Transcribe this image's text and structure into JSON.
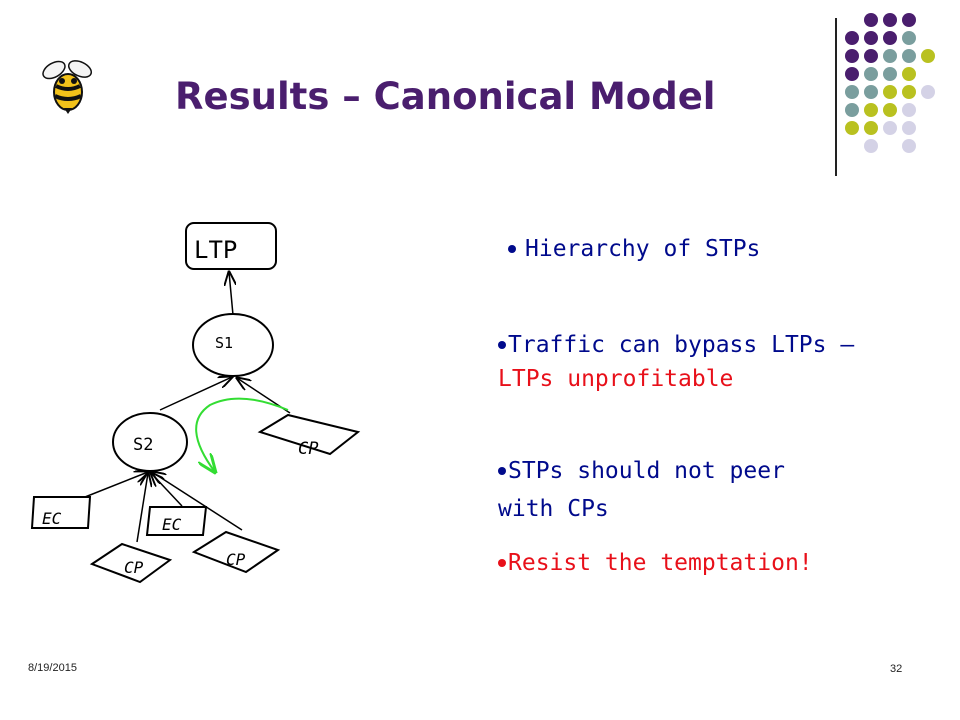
{
  "slide": {
    "title": "Results – Canonical Model",
    "date": "8/19/2015",
    "page_number": "32"
  },
  "bullets": [
    {
      "lines": [
        "Hierarchy of STPs"
      ],
      "color": "#000a8c"
    },
    {
      "lines": [
        "Traffic can bypass LTPs –"
      ],
      "color": "#000a8c",
      "extra_lines": [
        "LTPs unprofitable"
      ],
      "extra_color": "#e8101a"
    },
    {
      "lines": [
        "STPs should not peer",
        "with CPs"
      ],
      "color": "#000a8c"
    },
    {
      "lines": [
        "Resist the temptation!"
      ],
      "color": "#e8101a"
    }
  ],
  "diagram": {
    "ltp": "LTP",
    "s1": "S1",
    "s2": "S2",
    "cp_right": "CP",
    "ec_left": "EC",
    "ec_mid": "EC",
    "cp_bottom_left": "CP",
    "cp_bottom_right": "CP"
  },
  "colors": {
    "title": "#4a1e6e",
    "bullet_text": "#000a8c",
    "bullet_red": "#e8101a",
    "green_arrow": "#33dd33",
    "dot_purple": "#4a1e6e",
    "dot_teal": "#7a9e9e",
    "dot_yellow": "#b9c120",
    "dot_lavender": "#d4d2e6"
  },
  "icons": [
    "yellow-jacket-mascot-icon",
    "decorative-dot-grid-icon"
  ]
}
